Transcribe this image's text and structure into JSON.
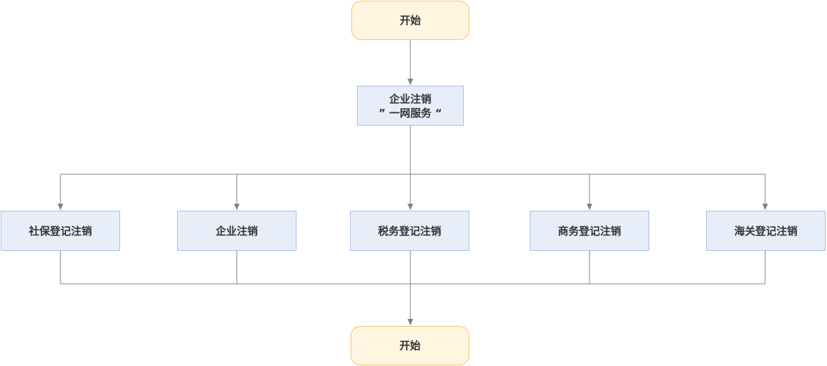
{
  "diagram": {
    "start": {
      "label": "开始"
    },
    "center": {
      "line1": "企业注销",
      "line2": "” 一网服务 “"
    },
    "branches": [
      {
        "label": "社保登记注销"
      },
      {
        "label": "企业注销"
      },
      {
        "label": "税务登记注销"
      },
      {
        "label": "商务登记注销"
      },
      {
        "label": "海关登记注销"
      }
    ],
    "end": {
      "label": "开始"
    },
    "colors": {
      "terminal_fill": "#fff5e0",
      "terminal_border": "#f5c66c",
      "process_fill": "#e8eef9",
      "process_border": "#a9bde6",
      "connector": "#808080"
    }
  }
}
